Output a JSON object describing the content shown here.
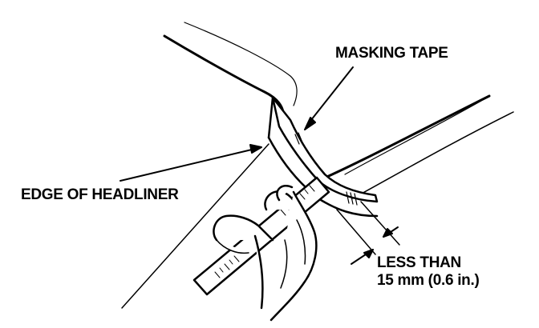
{
  "labels": {
    "masking_tape": "MASKING TAPE",
    "edge_of_headliner": "EDGE OF HEADLINER",
    "less_than": "LESS THAN",
    "measurement": "15 mm (0.6 in.)"
  },
  "colors": {
    "ink": "#000000",
    "background": "#ffffff"
  }
}
